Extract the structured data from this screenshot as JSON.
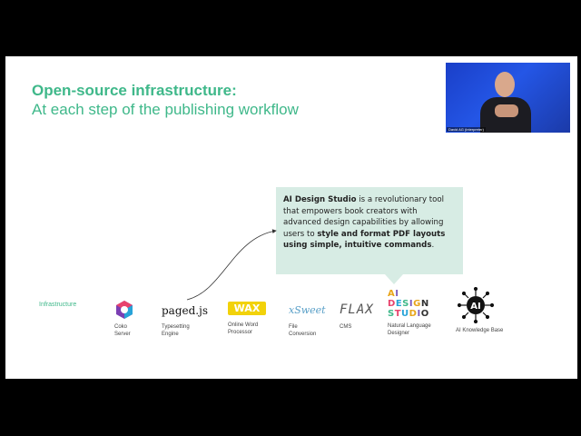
{
  "slide": {
    "title_bold": "Open-source infrastructure:",
    "title_sub": "At each step of the publishing workflow"
  },
  "video": {
    "name_tag": "David AG (interpreter)"
  },
  "callout": {
    "part1": "AI Design Studio",
    "part2": " is a revolutionary tool that empowers book creators with advanced design capabilities by allowing users to ",
    "part3": "style and format PDF layouts using simple, intuitive commands",
    "part4": "."
  },
  "infrastructure": {
    "label": "Infrastructure",
    "tools": [
      {
        "logo_text": "",
        "label_line1": "Coko",
        "label_line2": "Server",
        "icon": "coko-cube-icon"
      },
      {
        "logo_text": "paged.js",
        "label_line1": "Typesetting",
        "label_line2": "Engine",
        "icon": "pagedjs-logo"
      },
      {
        "logo_text": "WAX",
        "label_line1": "Online Word",
        "label_line2": "Processor",
        "icon": "wax-logo"
      },
      {
        "logo_text": "xSweet",
        "label_line1": "File",
        "label_line2": "Conversion",
        "icon": "xsweet-logo"
      },
      {
        "logo_text": "FLAX",
        "label_line1": "CMS",
        "label_line2": "",
        "icon": "flax-logo"
      },
      {
        "logo_text": "AI DESIGN STUDIO",
        "label_line1": "Natural Language",
        "label_line2": "Designer",
        "icon": "ai-design-studio-logo"
      },
      {
        "logo_text": "AI",
        "label_line1": "AI Knowledge Base",
        "label_line2": "",
        "icon": "ai-brain-icon"
      }
    ]
  },
  "colors": {
    "accent": "#3fb88a",
    "callout_bg": "#d7ece4",
    "wax_yellow": "#f2d20a"
  }
}
